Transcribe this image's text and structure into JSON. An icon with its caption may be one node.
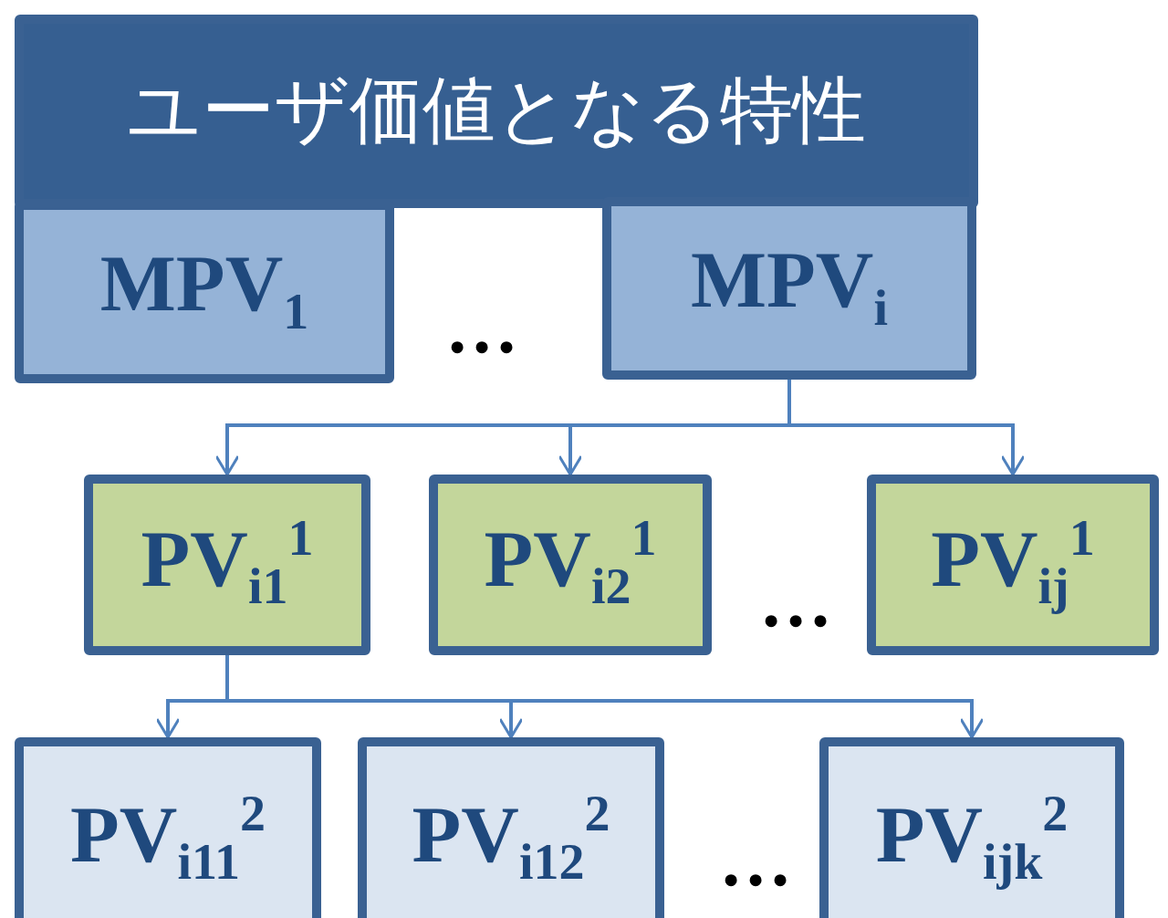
{
  "diagram": {
    "nodes": [
      {
        "text": [
          "ユーザ価値となる特性"
        ]
      },
      {
        "text": [
          "MPV$_{1}$"
        ]
      },
      {
        "text": [
          "MPV$_{i}$"
        ]
      },
      {
        "text": [
          "PV$_{i1}$$^{1}$"
        ]
      },
      {
        "text": [
          "PV$_{i2}$$^{1}$"
        ]
      },
      {
        "text": [
          "PV$_{ij}$$^{1}$"
        ]
      },
      {
        "text": [
          "PV$_{i11}$$^{2}$"
        ]
      },
      {
        "text": [
          "PV$_{i12}$$^{2}$"
        ]
      },
      {
        "text": [
          "PV$_{ijk}$$^{2}$"
        ]
      }
    ],
    "edges": [
      {
        "from": 2,
        "to": 3,
        "arrow": "to"
      },
      {
        "from": 2,
        "to": 4,
        "arrow": "to"
      },
      {
        "from": 2,
        "to": 5,
        "arrow": "to"
      },
      {
        "from": 3,
        "to": 6,
        "arrow": "to"
      },
      {
        "from": 3,
        "to": 7,
        "arrow": "to"
      },
      {
        "from": 3,
        "to": 8,
        "arrow": "to"
      }
    ],
    "labels": [
      "…",
      "…",
      "…"
    ]
  }
}
